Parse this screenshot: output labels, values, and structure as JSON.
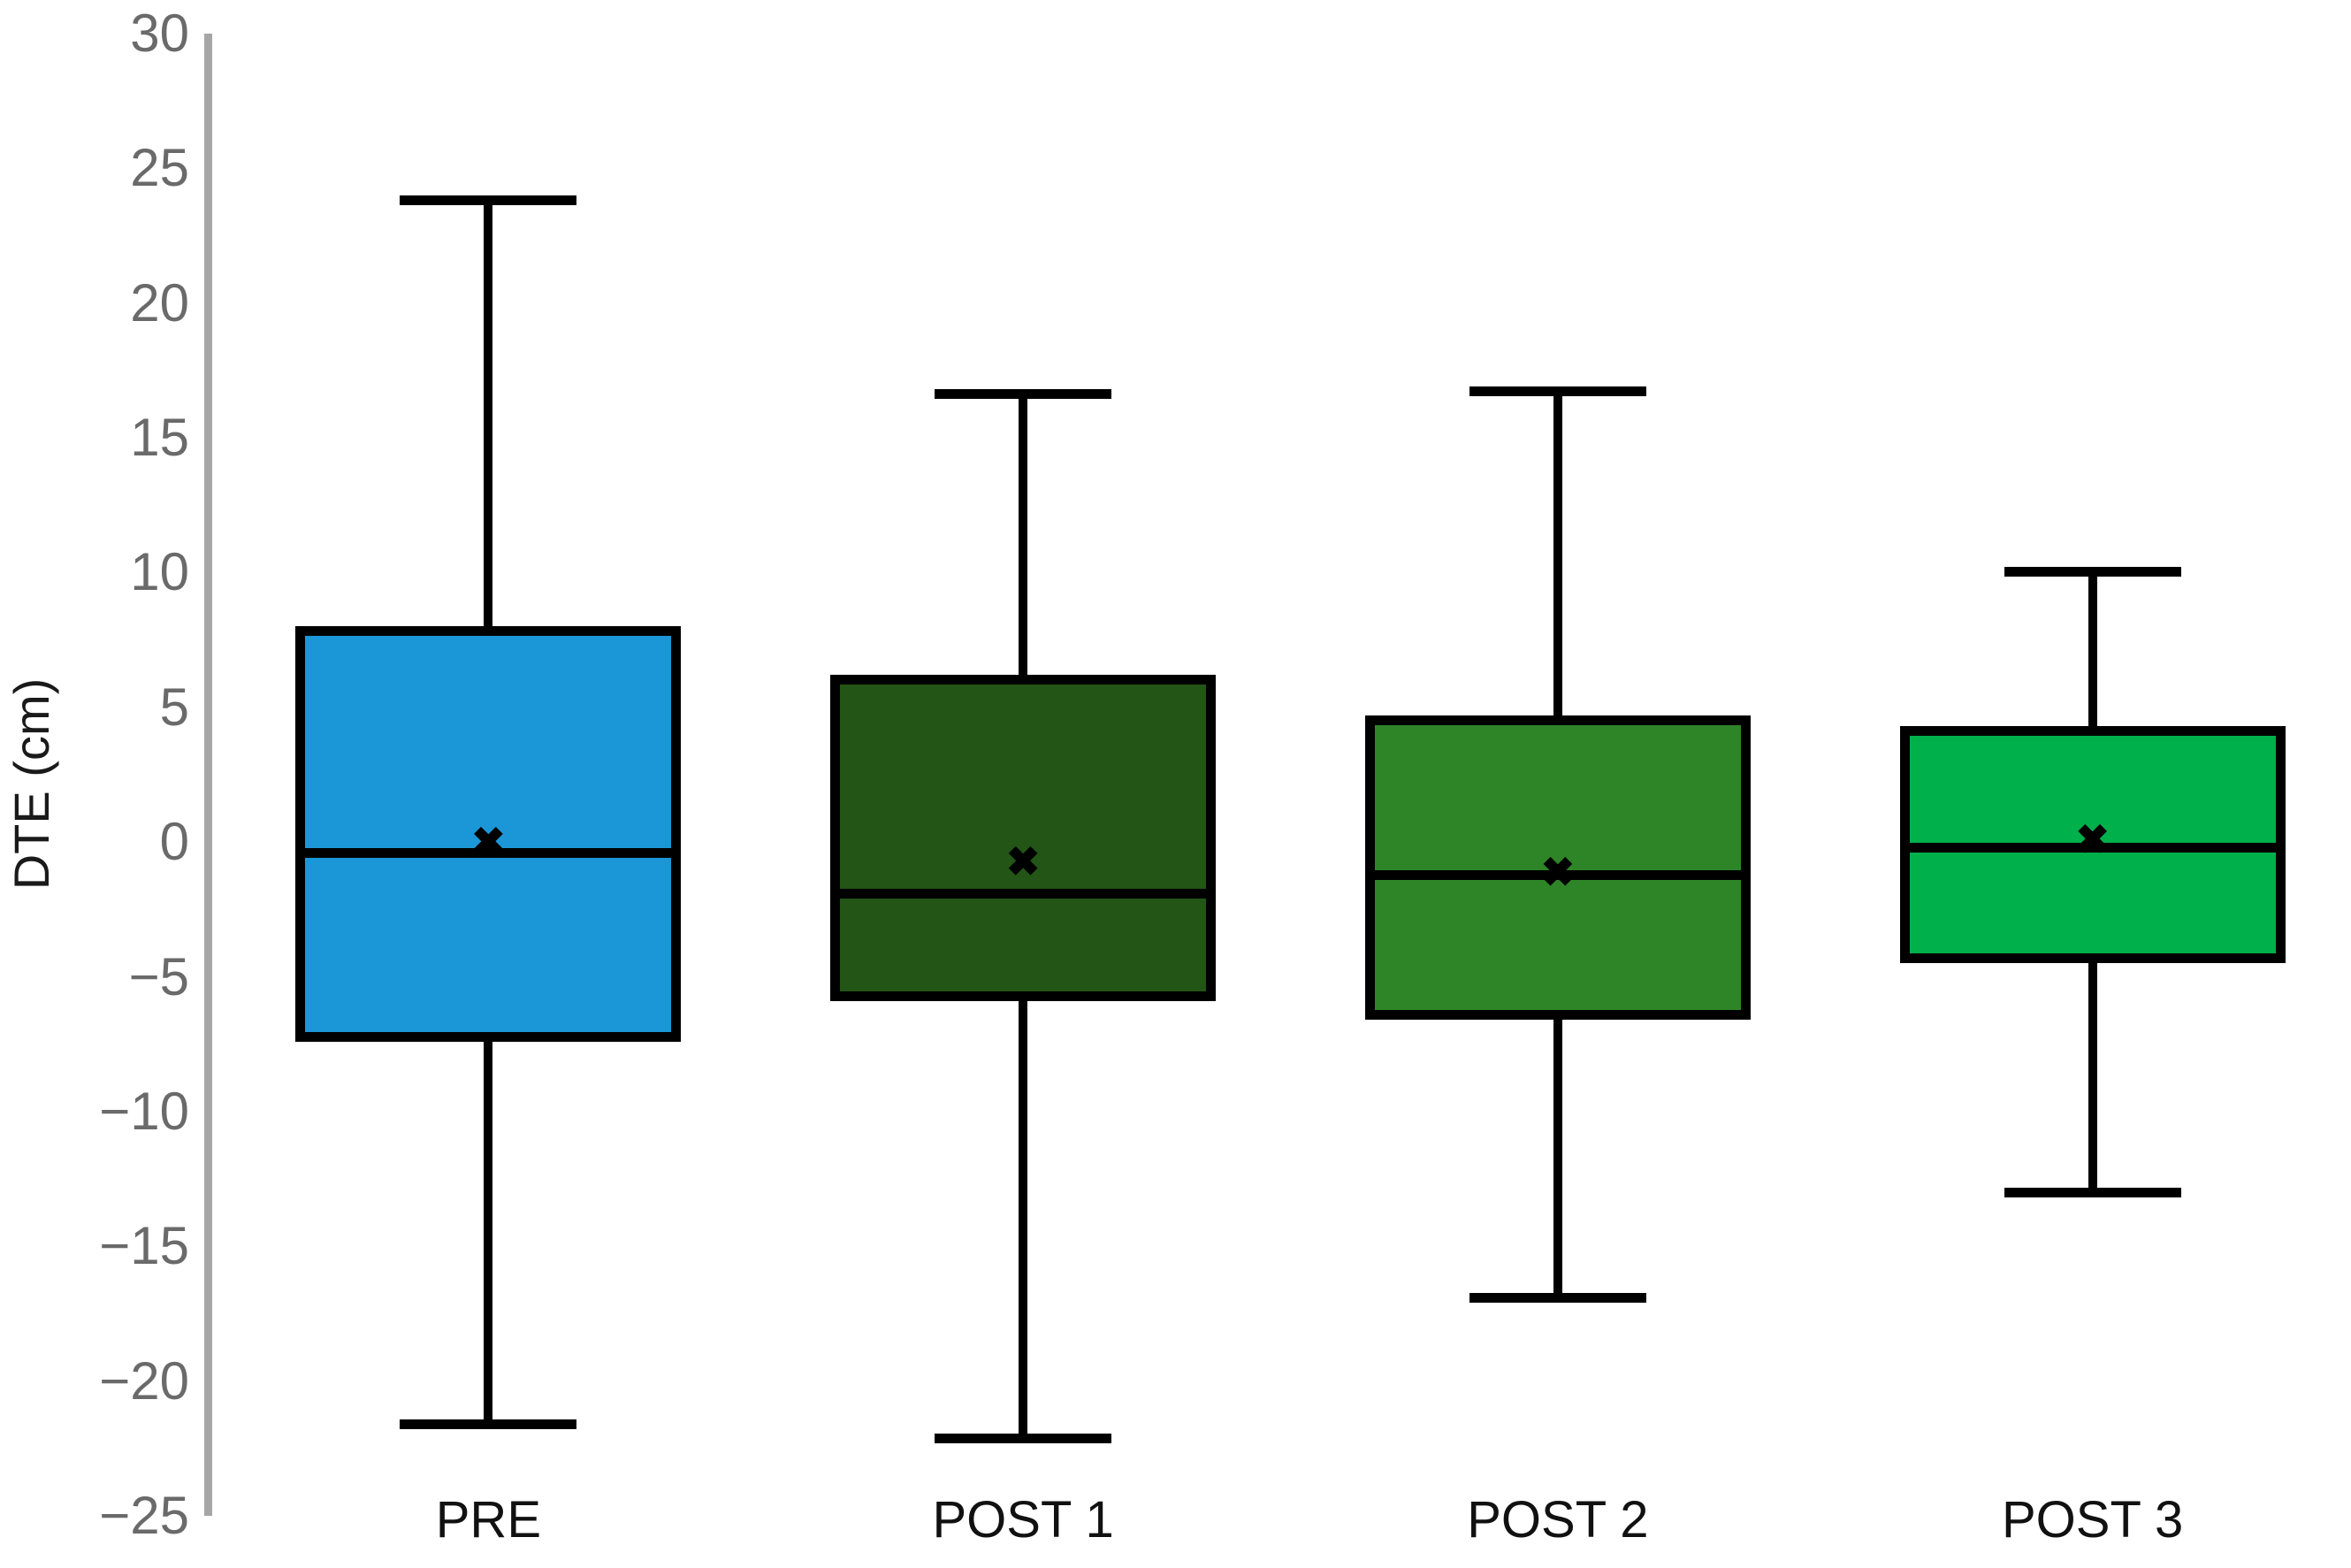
{
  "chart_data": {
    "type": "box",
    "title": "",
    "xlabel": "",
    "ylabel": "DTE (cm)",
    "ylim": [
      -25,
      30
    ],
    "ytick_step": 5,
    "yticks": [
      30,
      25,
      20,
      15,
      10,
      5,
      0,
      -5,
      -10,
      -15,
      -20,
      -25
    ],
    "ytick_labels": [
      "30",
      "25",
      "20",
      "15",
      "10",
      "5",
      "0",
      "−5",
      "−10",
      "−15",
      "−20",
      "−25"
    ],
    "grid": false,
    "legend": null,
    "categories": [
      "PRE",
      "POST 1",
      "POST 2",
      "POST 3"
    ],
    "mean_marker": "✖",
    "boxes": [
      {
        "category": "PRE",
        "color": "#1B97D8",
        "whisker_high": 24.0,
        "q3": 8.0,
        "median": -0.4,
        "mean": 0.0,
        "q1": -7.4,
        "whisker_low": -21.8
      },
      {
        "category": "POST 1",
        "color": "#225516",
        "whisker_high": 16.8,
        "q3": 6.2,
        "median": -1.9,
        "mean": -0.7,
        "q1": -5.9,
        "whisker_low": -22.3
      },
      {
        "category": "POST 2",
        "color": "#2E8527",
        "whisker_high": 16.9,
        "q3": 4.7,
        "median": -1.2,
        "mean": -1.1,
        "q1": -6.6,
        "whisker_low": -17.1
      },
      {
        "category": "POST 3",
        "color": "#00B04A",
        "whisker_high": 10.2,
        "q3": 4.3,
        "median": -0.2,
        "mean": 0.1,
        "q1": -4.5,
        "whisker_low": -13.2
      }
    ]
  },
  "axis": {
    "y_title": "DTE (cm)",
    "y_axis_color": "#a6a6a6",
    "tick_label_color": "#6a6a6a"
  },
  "style": {
    "outline_color": "#000000",
    "background": "#ffffff"
  }
}
